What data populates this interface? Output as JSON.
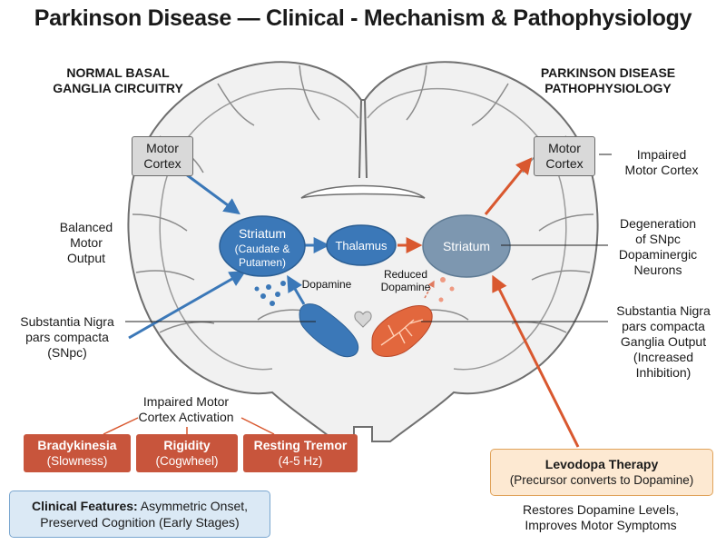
{
  "title": "Parkinson Disease — Clinical - Mechanism & Pathophysiology",
  "headers": {
    "left": [
      "NORMAL BASAL",
      "GANGLIA CIRCUITRY"
    ],
    "right": [
      "PARKINSON DISEASE",
      "PATHOPHYSIOLOGY"
    ]
  },
  "nodes": {
    "motor_cortex_left": [
      "Motor",
      "Cortex"
    ],
    "motor_cortex_right": [
      "Motor",
      "Cortex"
    ],
    "striatum_left": [
      "Striatum",
      "(Caudate &",
      "Putamen)"
    ],
    "thalamus": "Thalamus",
    "striatum_right": "Striatum",
    "dopamine": "Dopamine",
    "reduced_dopamine": [
      "Reduced",
      "Dopamine"
    ]
  },
  "labels": {
    "balanced_output": [
      "Balanced",
      "Motor",
      "Output"
    ],
    "snpc_left": [
      "Substantia Nigra",
      "pars compacta",
      "(SNpc)"
    ],
    "impaired_motor_cortex": [
      "Impaired",
      "Motor Cortex"
    ],
    "degeneration": [
      "Degeneration",
      "of SNpc",
      "Dopaminergic",
      "Neurons"
    ],
    "snpc_right": [
      "Substantia Nigra",
      "pars compacta",
      "Ganglia Output",
      "(Increased",
      "Inhibition)"
    ],
    "impaired_activation": [
      "Impaired Motor",
      "Cortex Activation"
    ]
  },
  "symptoms": [
    {
      "name": "Bradykinesia",
      "detail": "(Slowness)"
    },
    {
      "name": "Rigidity",
      "detail": "(Cogwheel)"
    },
    {
      "name": "Resting Tremor",
      "detail": "(4-5 Hz)"
    }
  ],
  "levodopa": {
    "title": "Levodopa Therapy",
    "subtitle": "(Precursor converts to Dopamine)",
    "outcome": [
      "Restores Dopamine Levels,",
      "Improves Motor Symptoms"
    ]
  },
  "clinical": {
    "label": "Clinical Features:",
    "text1": " Asymmetric Onset,",
    "text2": "Preserved Cognition (Early Stages)"
  },
  "colors": {
    "normal_blue": "#3b78b8",
    "disease_gray_blue": "#7d97b0",
    "disease_orange": "#d9582f",
    "brain_fill": "#f1f1f1",
    "brain_stroke": "#6f6f6f"
  }
}
